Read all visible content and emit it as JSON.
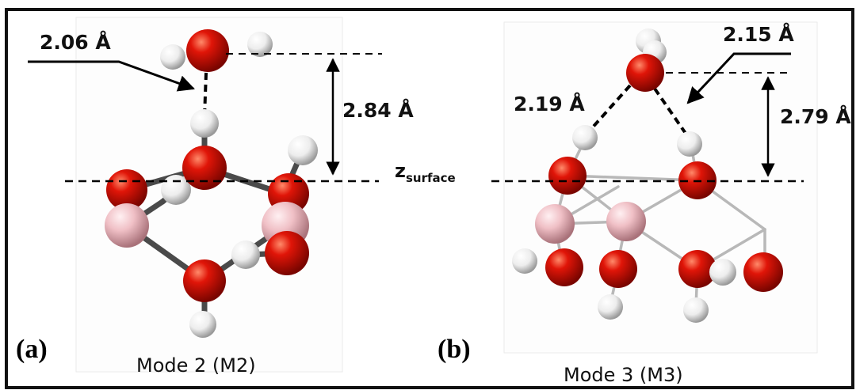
{
  "panels": [
    {
      "id": "a",
      "panel_label": "(a)",
      "caption": "Mode 2 (M2)",
      "hbond_label": "2.06 Å",
      "height_label": "2.84 Å"
    },
    {
      "id": "b",
      "panel_label": "(b)",
      "caption": "Mode 3 (M3)",
      "hbond_label_right": "2.15 Å",
      "hbond_label_left": "2.19 Å",
      "height_label": "2.79 Å"
    }
  ],
  "surface_label": {
    "base": "z",
    "subscript": "surface"
  },
  "colors": {
    "oxygen": "#e01508",
    "oxygen_dark": "#8a0600",
    "hydrogen": "#f4f4f4",
    "hydrogen_dark": "#9a9a9a",
    "boron": "#f2c4c8",
    "boron_dark": "#b88088",
    "bond_a": "#4a4a4a",
    "bond_b": "#b8b8b8",
    "frame": "#111111"
  }
}
